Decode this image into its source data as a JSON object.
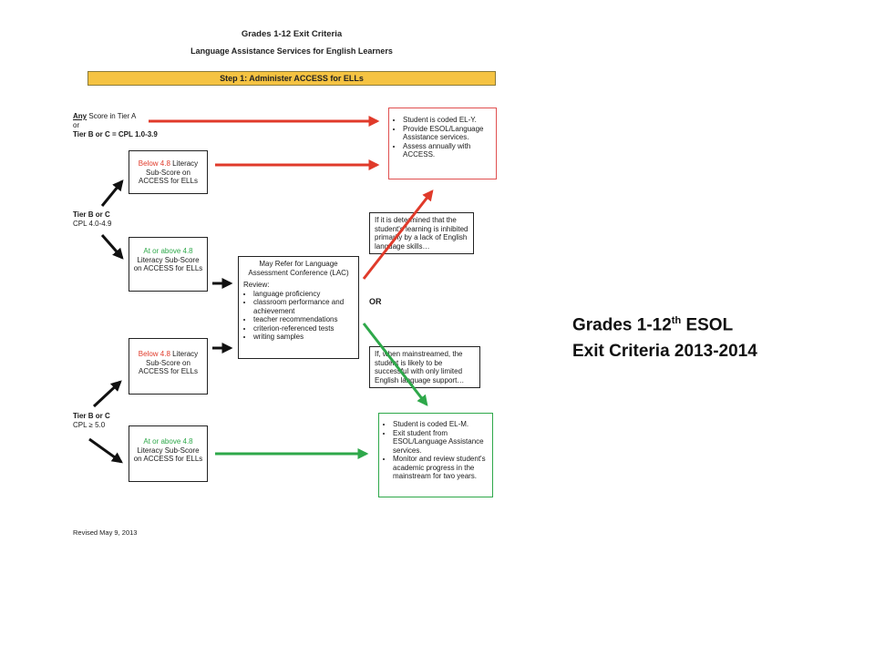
{
  "header": {
    "title": "Grades 1-12 Exit Criteria",
    "subtitle": "Language Assistance Services for English Learners",
    "step": "Step 1: Administer ACCESS for ELLs"
  },
  "left_labels": {
    "tier_a_any": "Any",
    "tier_a_rest": "Score in Tier A",
    "or": "or",
    "tier_bc_cpl_low": "Tier B or C = CPL 1.0-3.9",
    "tier_bc_mid_1": "Tier B or C",
    "tier_bc_mid_2": "CPL 4.0-4.9",
    "tier_bc_high_1": "Tier B or C",
    "tier_bc_high_2": "CPL ≥ 5.0"
  },
  "boxes": {
    "below_1": {
      "colored": "Below 4.8",
      "rest": "Literacy Sub-Score on ACCESS for ELLs"
    },
    "above_1": {
      "colored": "At or above 4.8",
      "rest": "Literacy Sub-Score on ACCESS for ELLs"
    },
    "below_2": {
      "colored": "Below 4.8",
      "rest": "Literacy Sub-Score on ACCESS for ELLs"
    },
    "above_2": {
      "colored": "At or above 4.8",
      "rest": "Literacy Sub-Score on ACCESS for ELLs"
    },
    "lac": {
      "title": "May Refer for Language Assessment Conference (LAC)",
      "review": "Review:",
      "items": [
        "language proficiency",
        "classroom performance and achievement",
        "teacher recommendations",
        "criterion-referenced tests",
        "writing samples"
      ]
    },
    "outcome_y": {
      "items": [
        "Student is coded EL-Y.",
        "Provide ESOL/Language Assistance services.",
        "Assess annually with ACCESS."
      ]
    },
    "outcome_m": {
      "items": [
        "Student is coded EL-M.",
        "Exit student from ESOL/Language Assistance services.",
        "Monitor and review student's academic progress in the mainstream for two years."
      ]
    },
    "note_inhibited": "If it is determined that the student's learning is inhibited primarily by a lack of English language skills…",
    "note_mainstream": "If, when mainstreamed, the student is likely to be successful with only limited English language support…",
    "or_label": "OR"
  },
  "footer": {
    "revised": "Revised May 9, 2013"
  },
  "side_title": {
    "line1_pre": "Grades 1-12",
    "line1_sup": "th",
    "line1_post": " ESOL",
    "line2": "Exit Criteria 2013-2014"
  },
  "colors": {
    "red": "#e03a2a",
    "green": "#2ea84a",
    "gold": "#f5c342",
    "black": "#111111"
  }
}
